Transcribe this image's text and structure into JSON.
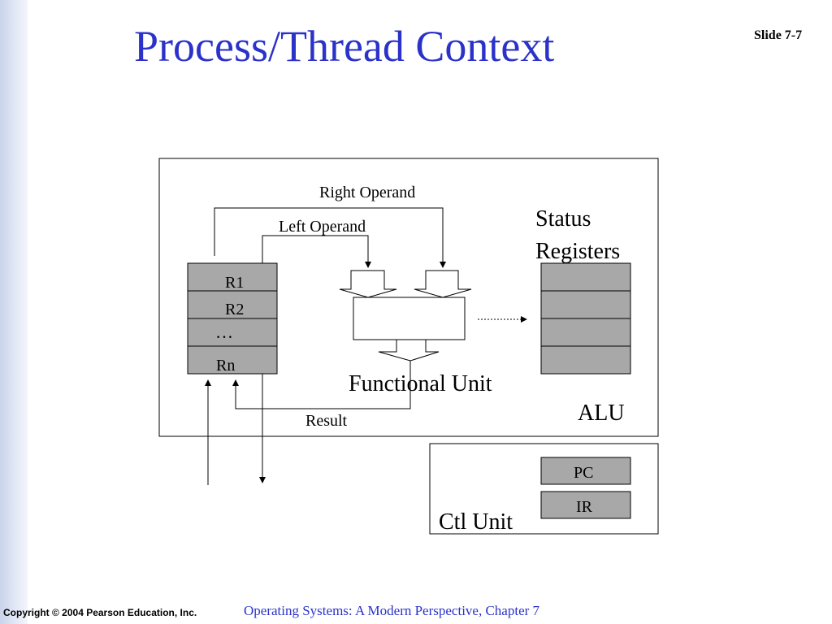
{
  "slide": {
    "title": "Process/Thread Context",
    "number": "Slide 7-7",
    "copyright": "Copyright © 2004 Pearson Education, Inc.",
    "footer": "Operating Systems: A Modern Perspective, Chapter 7"
  },
  "diagram": {
    "right_operand": "Right Operand",
    "left_operand": "Left Operand",
    "status_line1": "Status",
    "status_line2": "Registers",
    "registers": [
      "R1",
      "R2",
      "…",
      "Rn"
    ],
    "functional_unit": "Functional Unit",
    "alu": "ALU",
    "result": "Result",
    "pc": "PC",
    "ir": "IR",
    "ctl_unit": "Ctl Unit"
  },
  "colors": {
    "title": "#2a32c9",
    "register_fill": "#a8a8a8",
    "sidebar": "#d3dbef"
  }
}
